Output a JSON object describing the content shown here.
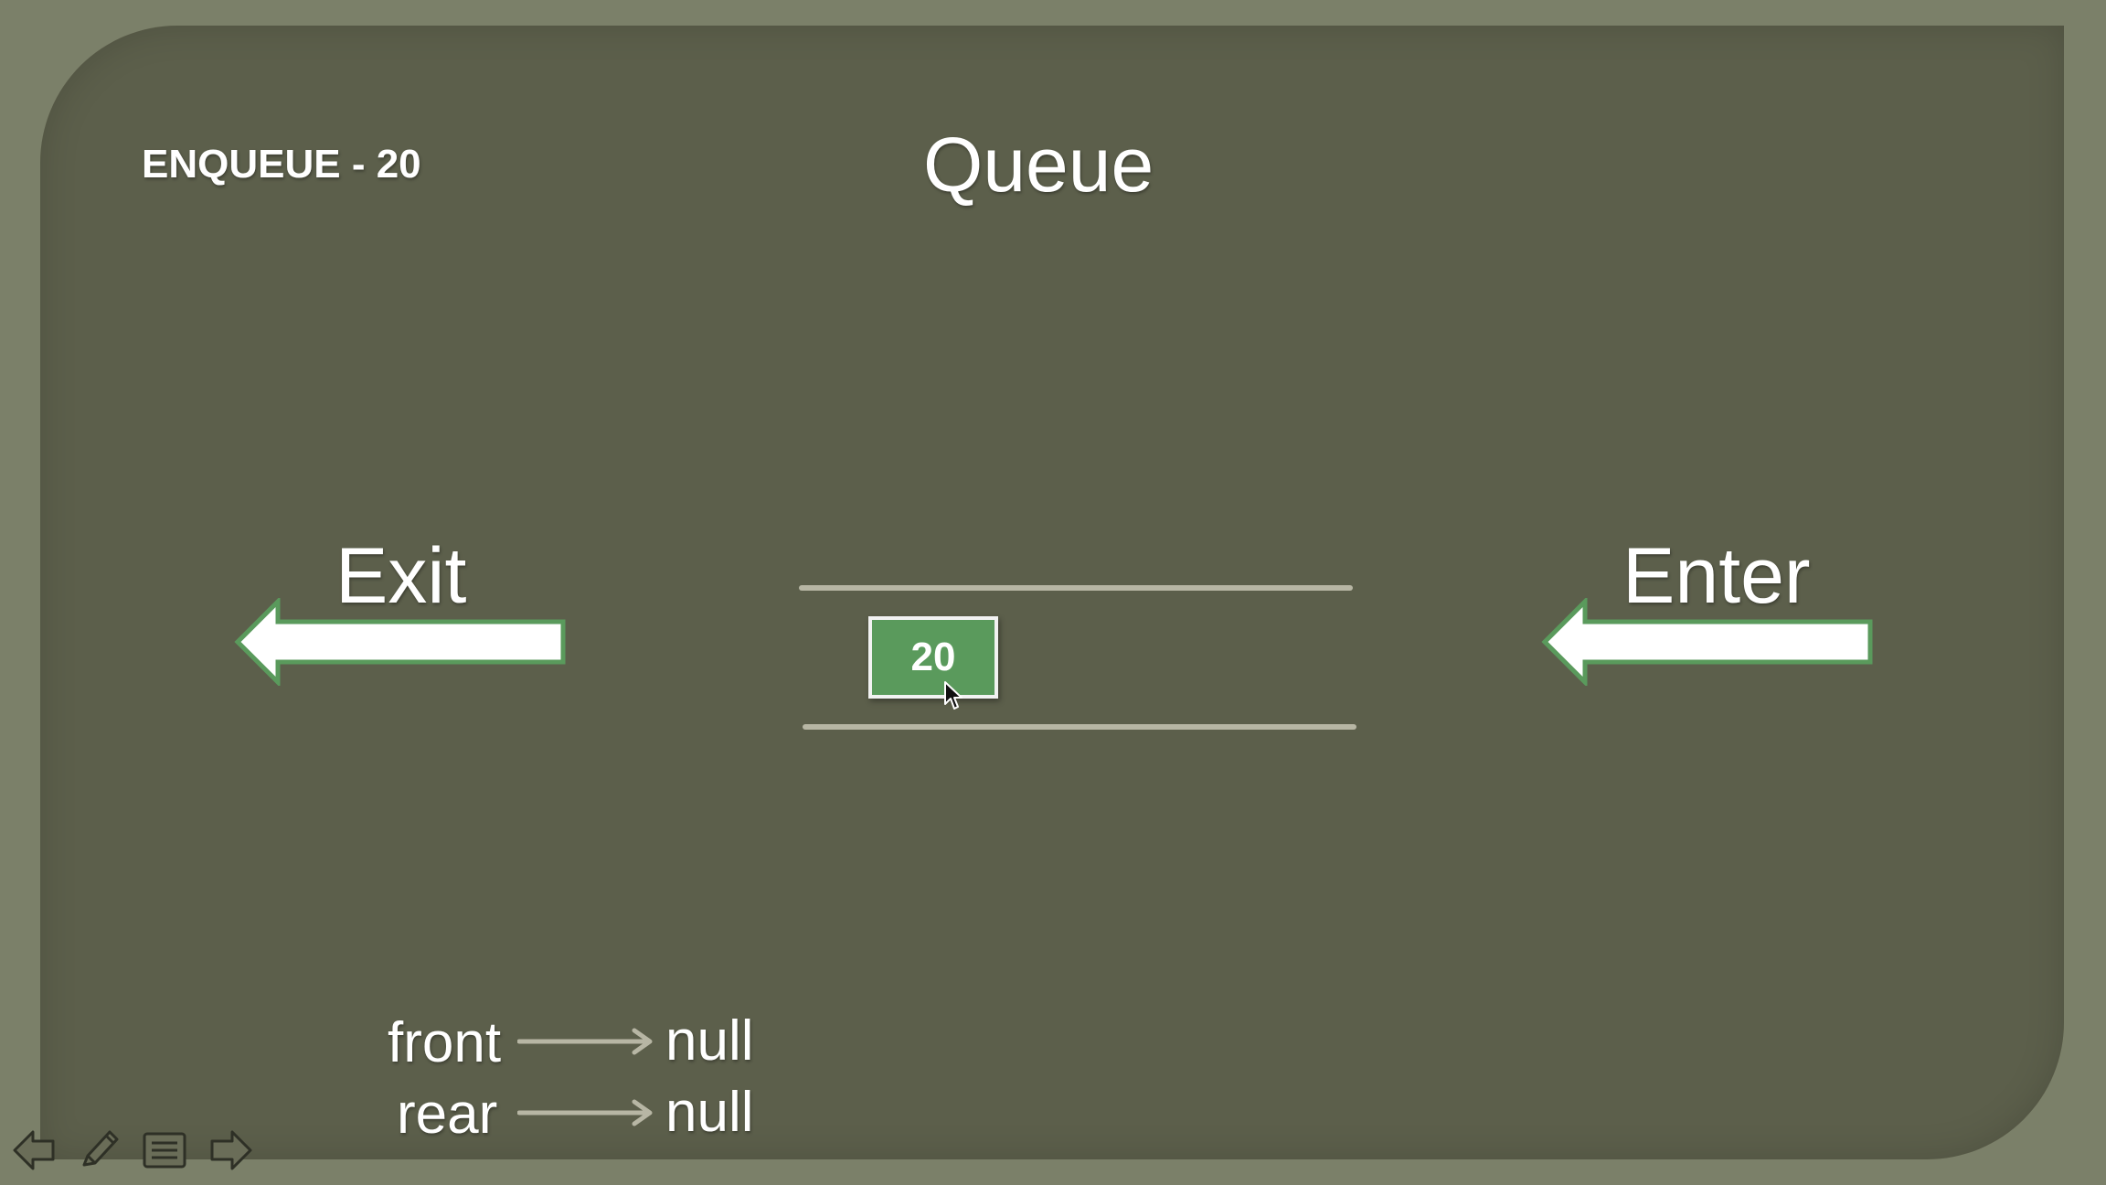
{
  "slide": {
    "operation": "ENQUEUE - 20",
    "title": "Queue",
    "exit_label": "Exit",
    "enter_label": "Enter"
  },
  "queue": {
    "nodes": [
      "20"
    ]
  },
  "pointers": {
    "front": {
      "label": "front",
      "value": "null"
    },
    "rear": {
      "label": "rear",
      "value": "null"
    }
  },
  "controls": {
    "icons": [
      "previous-arrow-icon",
      "pen-icon",
      "menu-icon",
      "next-arrow-icon"
    ]
  },
  "colors": {
    "slide_background": "#5c5f4b",
    "frame_background": "#7b8069",
    "arrow_fill": "#ffffff",
    "arrow_outline": "#5a9a5c",
    "node_fill": "#5a9a5c",
    "rail": "#b7b6a4"
  }
}
